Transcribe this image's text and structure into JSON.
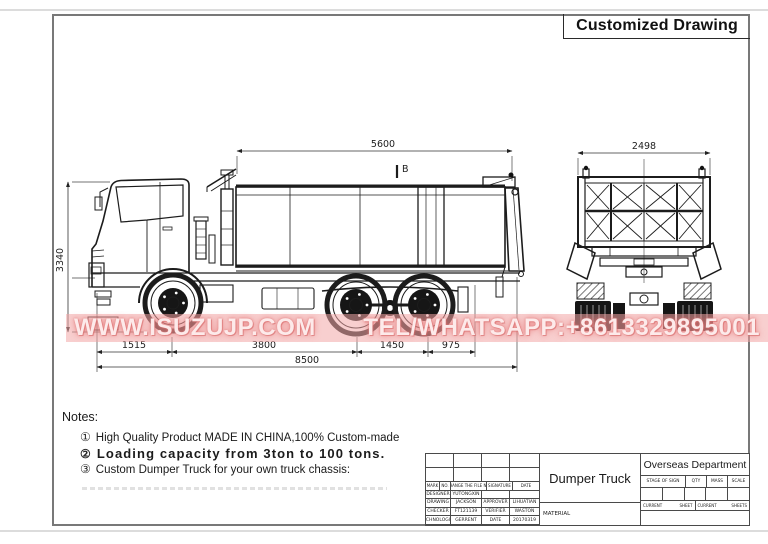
{
  "page": {
    "title": "Customized Drawing"
  },
  "watermark": {
    "site": "WWW.ISUZUJP.COM",
    "contact": "TEL/WHATSAPP:+8613329895001"
  },
  "dims": {
    "body_length": "5600",
    "overall_height": "3340",
    "front_overhang": "1515",
    "wheelbase_1": "3800",
    "wheelbase_2": "1450",
    "rear_overhang": "975",
    "overall_length": "8500",
    "rear_width": "2498",
    "section_label": "B"
  },
  "notes": {
    "heading": "Notes:",
    "items": [
      {
        "num": "①",
        "text": "High Quality Product MADE IN CHINA,100% Custom-made"
      },
      {
        "num": "②",
        "text": "Loading capacity from 3ton to 100 tons."
      },
      {
        "num": "③",
        "text": "Custom Dumper Truck for your own truck chassis:"
      }
    ]
  },
  "title_block": {
    "product_name": "Dumper Truck",
    "department": "Overseas Department",
    "material_label": "MATERIAL",
    "header_cells": [
      "MARK",
      "NO.",
      "CHANGE THE FILE NO.",
      "SIGNATURE",
      "DATE"
    ],
    "rows": [
      {
        "c1": "DESIGNER",
        "c2": "YUTONGXIN",
        "c3": "",
        "c4": ""
      },
      {
        "c1": "DRAWING",
        "c2": "JACKSON",
        "c3": "APPROVER",
        "c4": "LIHUATIAN"
      },
      {
        "c1": "CHECKER",
        "c2": "FT121139",
        "c3": "VERIFIER",
        "c4": "WASTON"
      },
      {
        "c1": "TECHNOLOGIST",
        "c2": "GERRENT",
        "c3": "DATE",
        "c4": "20170319"
      }
    ],
    "stage_cells": [
      "STAGE OF SIGN",
      "QTY",
      "MASS",
      "SCALE"
    ],
    "sheet_cells": [
      "CURRENT",
      "SHEET",
      "CURRENT",
      "SHEETS"
    ]
  }
}
